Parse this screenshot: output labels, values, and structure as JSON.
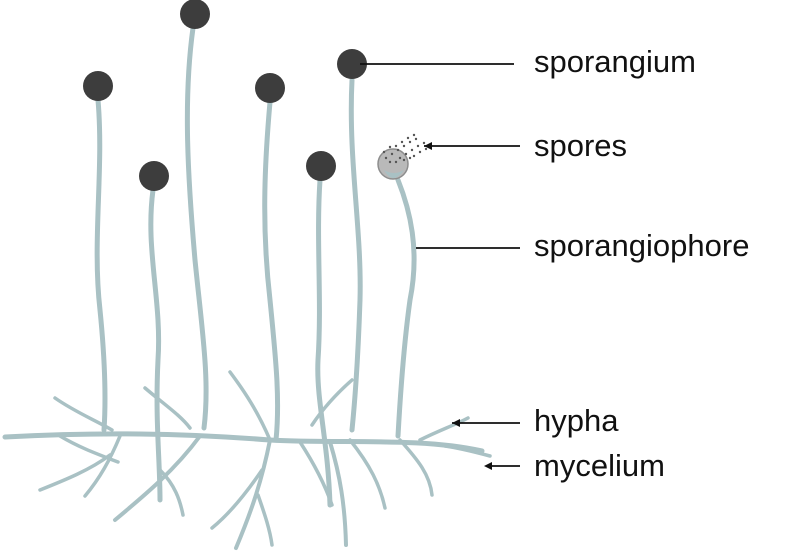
{
  "labels": {
    "sporangium": "sporangium",
    "spores": "spores",
    "sporangiophore": "sporangiophore",
    "hypha": "hypha",
    "mycelium": "mycelium"
  },
  "colors": {
    "hyphae": "#a9c1c4",
    "sporangium": "#3d3d3d",
    "open_sporangium": "#b9b9b9",
    "leader": "#111111"
  }
}
